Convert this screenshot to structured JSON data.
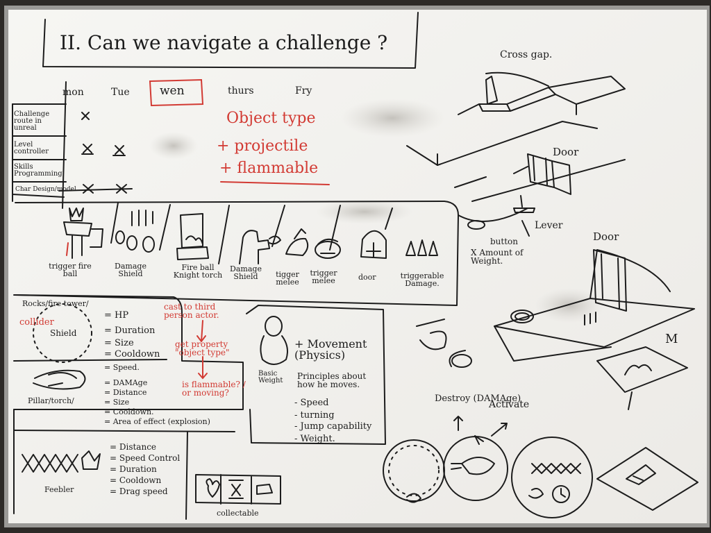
{
  "title": "II. Can we navigate a challenge ?",
  "days": [
    "mon",
    "Tue",
    "wen",
    "thurs",
    "Fry"
  ],
  "rows": [
    "Challenge route in unreal",
    "Level controller",
    "Skills Programming",
    "Char Design/model"
  ],
  "object_type_notes": [
    "Object type",
    "+ projectile",
    "+ flammable"
  ],
  "icon_labels": [
    "trigger fire ball",
    "Damage Shield",
    "Fire ball Knight torch",
    "Damage Shield",
    "tigger melee",
    "trigger melee",
    "door",
    "triggerable Damage."
  ],
  "shield": {
    "heading": "Rocks/fire tower/",
    "collider": "collider",
    "center": "Shield",
    "props": [
      "= HP",
      "= Duration",
      "= Size",
      "= Cooldown"
    ]
  },
  "pillar": {
    "label": "Pillar/torch/",
    "props": [
      "= Speed.",
      "= DAMAge",
      "= Distance",
      "= Size",
      "= Cooldown.",
      "= Area of effect (explosion)"
    ]
  },
  "feebler": {
    "label": "Feebler",
    "props": [
      "= Distance",
      "= Speed Control",
      "= Duration",
      "= Cooldown",
      "= Drag speed"
    ]
  },
  "red_notes": [
    "cast to third person actor.",
    "get property \"object type\"",
    "is flammable? / or moving?"
  ],
  "character": {
    "label": "Basic Weight",
    "heading": "+ Movement (Physics)",
    "note": "Principles about how he moves.",
    "list": [
      "- Speed",
      "- turning",
      "- Jump capability",
      "- Weight."
    ]
  },
  "collectable": "collectable",
  "right_labels": {
    "cross_gap": "Cross gap.",
    "door_1": "Door",
    "lever": "Lever",
    "button": "button",
    "weight": "X Amount of Weight.",
    "door_2": "Door",
    "m": "M",
    "destroy": "Destroy (DAMAge)",
    "activate": "Activate"
  },
  "colors": {
    "board": "#f3f3f0",
    "ink": "#1c1c1c",
    "red_ink": "#d23a33",
    "frame": "#8a8a88"
  }
}
